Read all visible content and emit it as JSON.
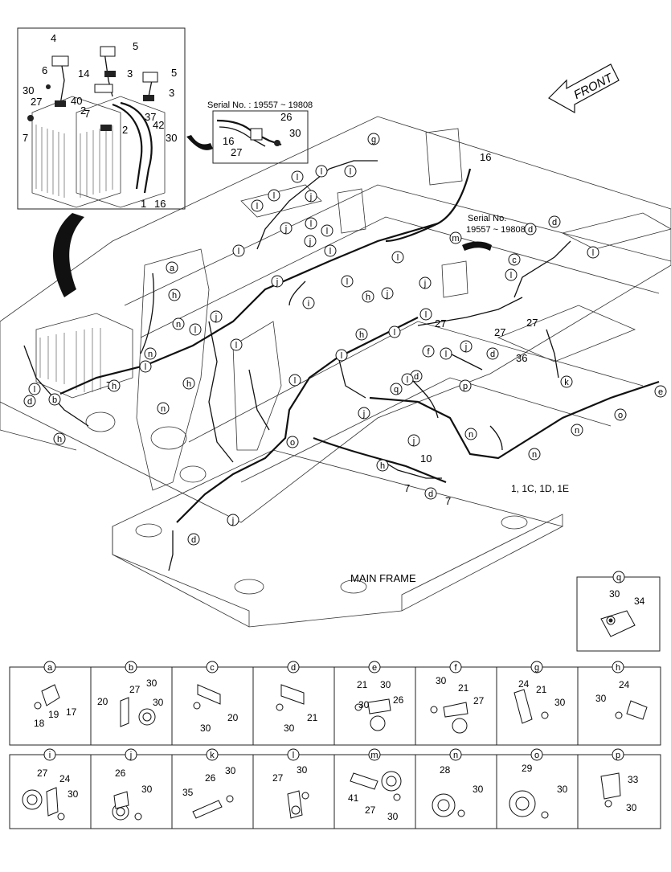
{
  "front_label": "FRONT",
  "main_frame_label": "MAIN FRAME",
  "serial_1": "Serial No. : 19557 ~ 19808",
  "serial_2a": "Serial No.",
  "serial_2b": "19557 ~ 19808",
  "ref_label": "1, 1C, 1D, 1E",
  "battery_callouts": [
    "4",
    "5",
    "6",
    "3",
    "14",
    "5",
    "30",
    "27",
    "40",
    "7",
    "2",
    "3",
    "7",
    "37",
    "2",
    "30",
    "42",
    "1",
    "16"
  ],
  "inset_serial_callouts": [
    "26",
    "16",
    "30",
    "27"
  ],
  "diagram_numbers": [
    "16",
    "27",
    "27",
    "27",
    "36",
    "10",
    "7",
    "7",
    "7"
  ],
  "diagram_letters": [
    "g",
    "l",
    "l",
    "j",
    "l",
    "l",
    "l",
    "l",
    "j",
    "l",
    "a",
    "h",
    "l",
    "j",
    "j",
    "l",
    "l",
    "m",
    "l",
    "d",
    "d",
    "c",
    "l",
    "j",
    "l",
    "i",
    "h",
    "j",
    "l",
    "n",
    "n",
    "h",
    "n",
    "l",
    "j",
    "l",
    "l",
    "h",
    "h",
    "l",
    "l",
    "f",
    "l",
    "j",
    "d",
    "q",
    "d",
    "l",
    "p",
    "k",
    "e",
    "o",
    "n",
    "n",
    "j",
    "n",
    "l",
    "h",
    "d",
    "b",
    "d",
    "l",
    "h",
    "o",
    "j",
    "j",
    "d"
  ],
  "detail_q": {
    "letter": "q",
    "parts": [
      "30",
      "34"
    ]
  },
  "details_row1": [
    {
      "letter": "a",
      "parts": [
        "17",
        "19",
        "18"
      ]
    },
    {
      "letter": "b",
      "parts": [
        "27",
        "30",
        "20",
        "30"
      ]
    },
    {
      "letter": "c",
      "parts": [
        "20",
        "30"
      ]
    },
    {
      "letter": "d",
      "parts": [
        "21",
        "30"
      ]
    },
    {
      "letter": "e",
      "parts": [
        "30",
        "21",
        "26",
        "30"
      ]
    },
    {
      "letter": "f",
      "parts": [
        "30",
        "21",
        "27"
      ]
    },
    {
      "letter": "g",
      "parts": [
        "24",
        "21",
        "30"
      ]
    },
    {
      "letter": "h",
      "parts": [
        "24",
        "30"
      ]
    }
  ],
  "details_row2": [
    {
      "letter": "i",
      "parts": [
        "27",
        "24",
        "30"
      ]
    },
    {
      "letter": "j",
      "parts": [
        "26",
        "30"
      ]
    },
    {
      "letter": "k",
      "parts": [
        "26",
        "30",
        "35"
      ]
    },
    {
      "letter": "l",
      "parts": [
        "27",
        "30"
      ]
    },
    {
      "letter": "m",
      "parts": [
        "41",
        "27",
        "30"
      ]
    },
    {
      "letter": "n",
      "parts": [
        "28",
        "30"
      ]
    },
    {
      "letter": "o",
      "parts": [
        "29",
        "30"
      ]
    },
    {
      "letter": "p",
      "parts": [
        "33",
        "30"
      ]
    }
  ]
}
